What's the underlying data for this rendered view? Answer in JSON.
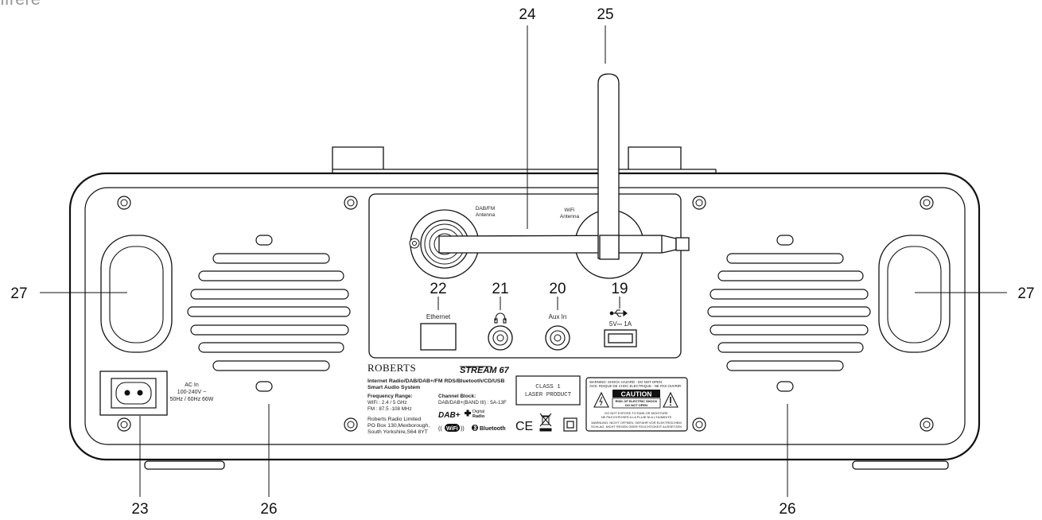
{
  "header_fragment": "ffrere",
  "callouts": {
    "c19": "19",
    "c20": "20",
    "c21": "21",
    "c22": "22",
    "c23": "23",
    "c24": "24",
    "c25": "25",
    "c26_left": "26",
    "c26_right": "26",
    "c27_left": "27",
    "c27_right": "27"
  },
  "panel": {
    "dab_antenna": [
      "DAB/FM",
      "Antenna"
    ],
    "wifi_antenna": [
      "WiFi",
      "Antenna"
    ],
    "ethernet": "Ethernet",
    "aux_in": "Aux In",
    "usb_rating": "5V⎓ 1A"
  },
  "power": {
    "lines": [
      "AC In",
      "100-240V ~",
      "50Hz / 60Hz  66W"
    ]
  },
  "rating_label": {
    "brand": "ROBERTS",
    "model": "STREAM 67",
    "desc1": "Internet Radio/DAB/DAB+/FM RDS/Bluetooth/CD/USB",
    "desc2": "Smart Audio System",
    "freq_title": "Frequency Range:",
    "freq_wifi": "WiFi : 2.4 / 5 GHz",
    "freq_fm": "FM : 87.5 -108 MHz",
    "channel_title": "Channel Block:",
    "channel_value": "DAB/DAB+(BAND III) : 5A-13F",
    "addr1": "Roberts Radio Limited",
    "addr2": "PO Box 130,Mexborough,",
    "addr3": "South Yorkshire,S64 8YT",
    "dab_logo": "DAB+",
    "digital_radio": [
      "Digital",
      "Radio"
    ],
    "wifi_logo": "WiFi",
    "bluetooth_logo": "Bluetooth",
    "ce_mark": "CE"
  },
  "laser_label": [
    "CLASS 1",
    "LASER PRODUCT"
  ],
  "warning_label": {
    "line1": "WARNING: SHOCK HAZARD - DO NOT OPEN",
    "line2": "AVIS: RISQUE DE CHOC ELECTRIQUE - NE PAS OUVRIR",
    "caution": "CAUTION",
    "risk1": "RISK OF ELECTRIC SHOCK",
    "risk2": "DO NOT OPEN",
    "moist1": "DO NOT EXPOSE TO RAIN OR MOISTURE",
    "moist2": "NE PAS EXPOSER A LA PLUIE NI A L'HUMIDITE",
    "de1": "WARNUNG: NICHT OFFNEN, GEFAHR VOR ELEKTRISCHEM",
    "de2": "SCHLAG. NICHT REGEN ODER FEUCHTIGKEIT AUSSETZEN"
  }
}
